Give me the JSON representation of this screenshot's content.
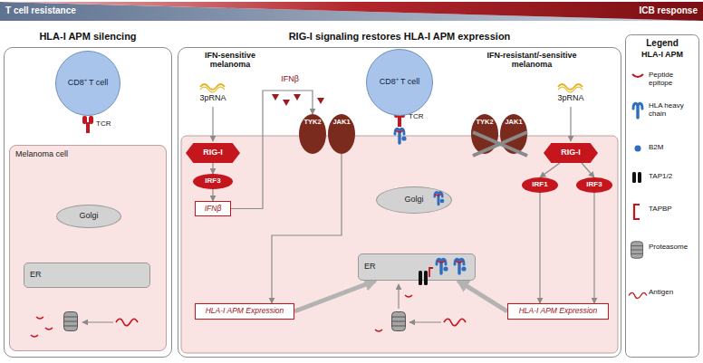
{
  "diagram": {
    "nodes": [
      {
        "text": [
          "HLA-I APM silencing"
        ]
      },
      {
        "text": [
          "CD8⁺ T cell"
        ],
        "in": 0
      },
      {
        "text": [
          "Melanoma cell"
        ],
        "in": 0
      },
      {
        "text": [
          "Golgi"
        ],
        "in": 2
      },
      {
        "text": [
          "ER"
        ],
        "in": 2
      },
      {
        "text": [
          "RIG-I signaling restores HLA-I APM expression"
        ]
      },
      {
        "text": [
          "CD8⁺ T cell"
        ],
        "in": 5
      },
      {
        "text": [
          "RIG-I"
        ],
        "in": 5
      },
      {
        "text": [
          "IRF3"
        ],
        "in": 5
      },
      {
        "text": [
          "IFNβ"
        ],
        "in": 5
      },
      {
        "text": [
          "TYK2"
        ],
        "in": 5
      },
      {
        "text": [
          "JAK1"
        ],
        "in": 5
      },
      {
        "text": [
          "Golgi"
        ],
        "in": 5
      },
      {
        "text": [
          "ER"
        ],
        "in": 5
      },
      {
        "text": [
          "HLA-I APM Expression"
        ],
        "in": 5
      },
      {
        "text": [
          "RIG-I"
        ],
        "in": 5
      },
      {
        "text": [
          "IRF1"
        ],
        "in": 5
      },
      {
        "text": [
          "IRF3"
        ],
        "in": 5
      },
      {
        "text": [
          "HLA-I APM Expression"
        ],
        "in": 5
      },
      {
        "text": [
          "TYK2"
        ],
        "in": 5
      },
      {
        "text": [
          "JAK1"
        ],
        "in": 5
      }
    ],
    "edges": [
      {
        "from": 7,
        "to": 8,
        "arrow": "to"
      },
      {
        "from": 8,
        "to": 9,
        "arrow": "to"
      },
      {
        "from": 9,
        "to": 10,
        "arrow": "to"
      },
      {
        "from": 11,
        "to": 14,
        "arrow": "to"
      },
      {
        "from": 14,
        "to": 13,
        "arrow": "to"
      },
      {
        "from": 15,
        "to": 16,
        "arrow": "to"
      },
      {
        "from": 15,
        "to": 17,
        "arrow": "to"
      },
      {
        "from": 16,
        "to": 18,
        "arrow": "to"
      },
      {
        "from": 17,
        "to": 18,
        "arrow": "to"
      },
      {
        "from": 18,
        "to": 13,
        "arrow": "to"
      }
    ],
    "labels": [
      "T cell resistance",
      "ICB response",
      "TCR",
      "IFN-sensitive melanoma",
      "IFN-resistant/-sensitive melanoma",
      "3pRNA",
      "IFNβ",
      "TCR",
      "3pRNA",
      "Legend",
      "HLA-I APM"
    ],
    "legend": [
      {
        "text": "Peptide epitope"
      },
      {
        "text": "HLA heavy chain"
      },
      {
        "text": "B2M"
      },
      {
        "text": "TAP1/2"
      },
      {
        "text": "TAPBP"
      },
      {
        "text": "Proteasome"
      },
      {
        "text": "Antigen"
      }
    ]
  }
}
